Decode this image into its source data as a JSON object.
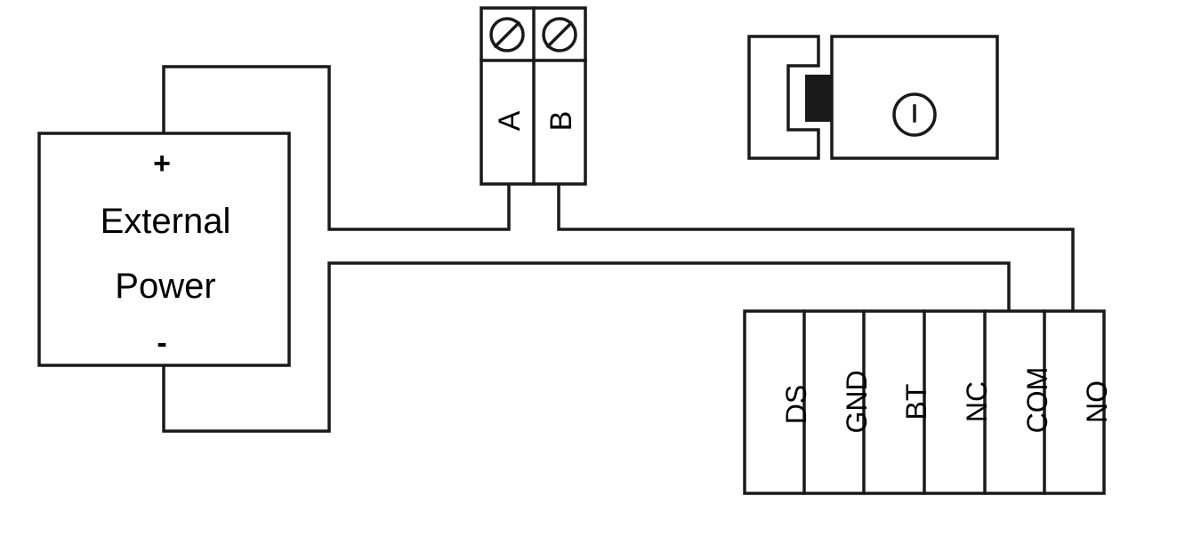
{
  "power_supply": {
    "line1": "External",
    "line2": "Power",
    "plus": "+",
    "minus": "-"
  },
  "terminal_block": {
    "a_label": "A",
    "b_label": "B"
  },
  "connector": {
    "pins": [
      "DS",
      "GND",
      "BT",
      "NC",
      "COM",
      "NO"
    ]
  },
  "colors": {
    "line": "#1a1a1a",
    "background": "#ffffff"
  }
}
